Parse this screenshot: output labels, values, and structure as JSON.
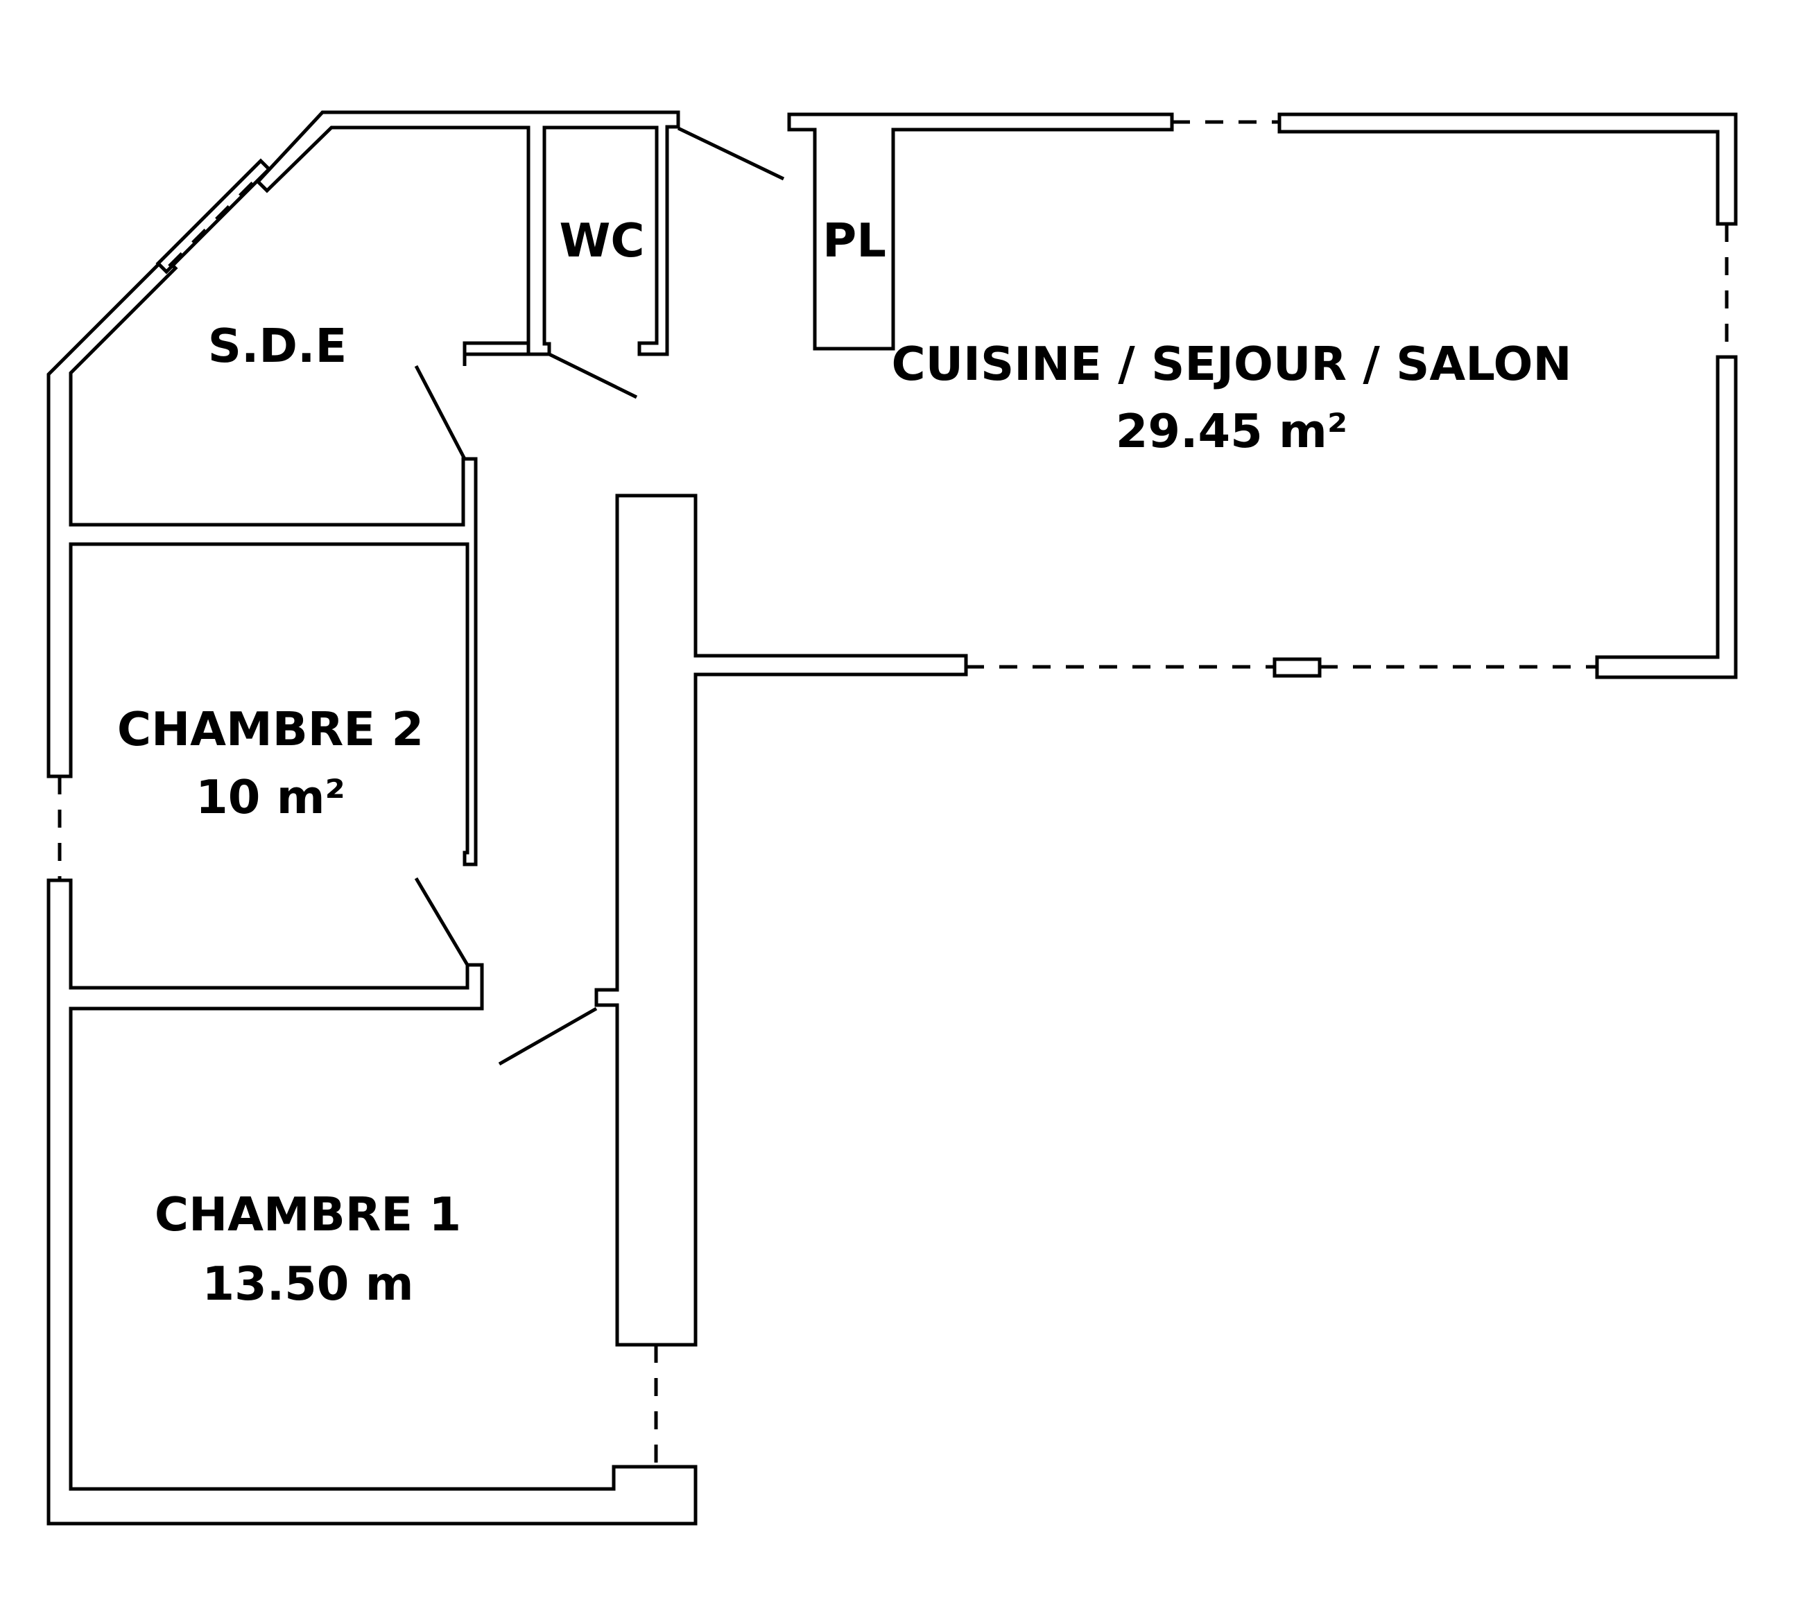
{
  "colors": {
    "wall": "#000000",
    "background": "#ffffff"
  },
  "rooms": {
    "sde": {
      "name": "S.D.E"
    },
    "wc": {
      "name": "WC"
    },
    "pl": {
      "name": "PL"
    },
    "living": {
      "name": "CUISINE / SEJOUR / SALON",
      "area": "29.45 m²"
    },
    "bedroom2": {
      "name": "CHAMBRE 2",
      "area": "10 m²"
    },
    "bedroom1": {
      "name": "CHAMBRE 1",
      "area": "13.50 m"
    }
  }
}
